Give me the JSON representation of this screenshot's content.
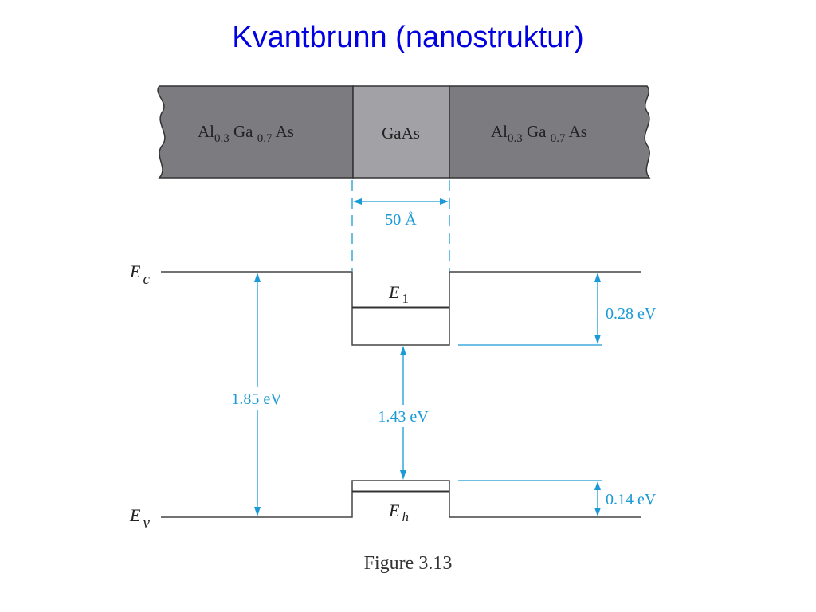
{
  "slide": {
    "title": "Kvantbrunn (nanostruktur)",
    "caption": "Figure 3.13"
  },
  "layers": {
    "left": {
      "base": "Al",
      "sub1": "0.3",
      "mid": " Ga ",
      "sub2": "0.7",
      "end": " As"
    },
    "center": "GaAs",
    "right": {
      "base": "Al",
      "sub1": "0.3",
      "mid": " Ga ",
      "sub2": "0.7",
      "end": " As"
    }
  },
  "width_label": "50 Å",
  "levels": {
    "ec": {
      "main": "E",
      "sub": "c"
    },
    "ev": {
      "main": "E",
      "sub": "v"
    },
    "e1": {
      "main": "E",
      "sub": "1"
    },
    "eh": {
      "main": "E",
      "sub": "h"
    }
  },
  "measures": {
    "gap_barrier": "1.85 eV",
    "gap_well": "1.43 eV",
    "conduction_offset": "0.28 eV",
    "valence_offset": "0.14 eV"
  },
  "colors": {
    "title": "#0000e0",
    "annotation": "#1a9ad6",
    "barrier": "#7c7b80",
    "well": "#a2a1a6",
    "line": "#333333"
  }
}
